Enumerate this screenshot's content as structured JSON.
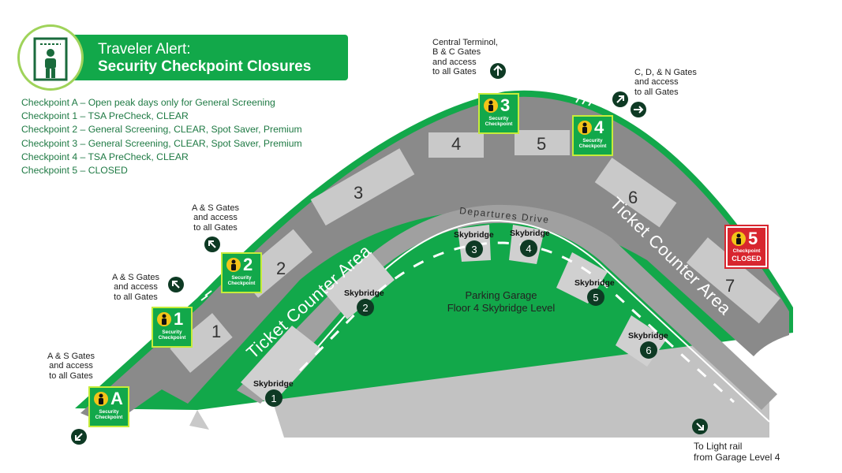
{
  "header": {
    "title_line1": "Traveler Alert:",
    "title_line2": "Security Checkpoint Closures",
    "icon": "security-scanner-icon"
  },
  "legend": [
    "Checkpoint A – Open peak days only for General Screening",
    "Checkpoint 1 – TSA PreCheck, CLEAR",
    "Checkpoint 2 – General Screening, CLEAR, Spot Saver, Premium",
    "Checkpoint 3 – General Screening, CLEAR, Spot Saver, Premium",
    "Checkpoint 4 – TSA PreCheck, CLEAR",
    "Checkpoint 5 – CLOSED"
  ],
  "notes": {
    "as_low": [
      "A & S Gates",
      "and access",
      "to all Gates"
    ],
    "as_mid": [
      "A & S Gates",
      "and access",
      "to all Gates"
    ],
    "as_high": [
      "A & S Gates",
      "and access",
      "to all Gates"
    ],
    "central": [
      "Central Terminol,",
      "B & C Gates",
      "and access",
      "to all Gates"
    ],
    "cdn": [
      "C, D, & N Gates",
      "and access",
      "to all Gates"
    ],
    "light_rail": [
      "To Light rail",
      "from Garage Level 4"
    ]
  },
  "checkpoints": {
    "cpA": {
      "num": "A",
      "label": "Security Checkpoint",
      "status": ""
    },
    "cp1": {
      "num": "1",
      "label": "Security Checkpoint",
      "status": ""
    },
    "cp2": {
      "num": "2",
      "label": "Security Checkpoint",
      "status": ""
    },
    "cp3": {
      "num": "3",
      "label": "Security Checkpoint",
      "status": ""
    },
    "cp4": {
      "num": "4",
      "label": "Security Checkpoint",
      "status": ""
    },
    "cp5": {
      "num": "5",
      "label": "Checkpoint",
      "status": "CLOSED"
    }
  },
  "counters": [
    "1",
    "2",
    "3",
    "4",
    "5",
    "6",
    "7"
  ],
  "road_label": "Ticket Counter Area",
  "departures_label": "Departures Drive",
  "skybridge_label": "Skybridge",
  "skybridges": [
    "1",
    "2",
    "3",
    "4",
    "5",
    "6"
  ],
  "garage": [
    "Parking Garage",
    "Floor 4 Skybridge Level"
  ],
  "colors": {
    "green": "#12a84a",
    "dark_green": "#0e3a24",
    "closed_red": "#d8262f",
    "lime": "#c6ec3a",
    "terminal_gray": "#8a8a8a"
  }
}
